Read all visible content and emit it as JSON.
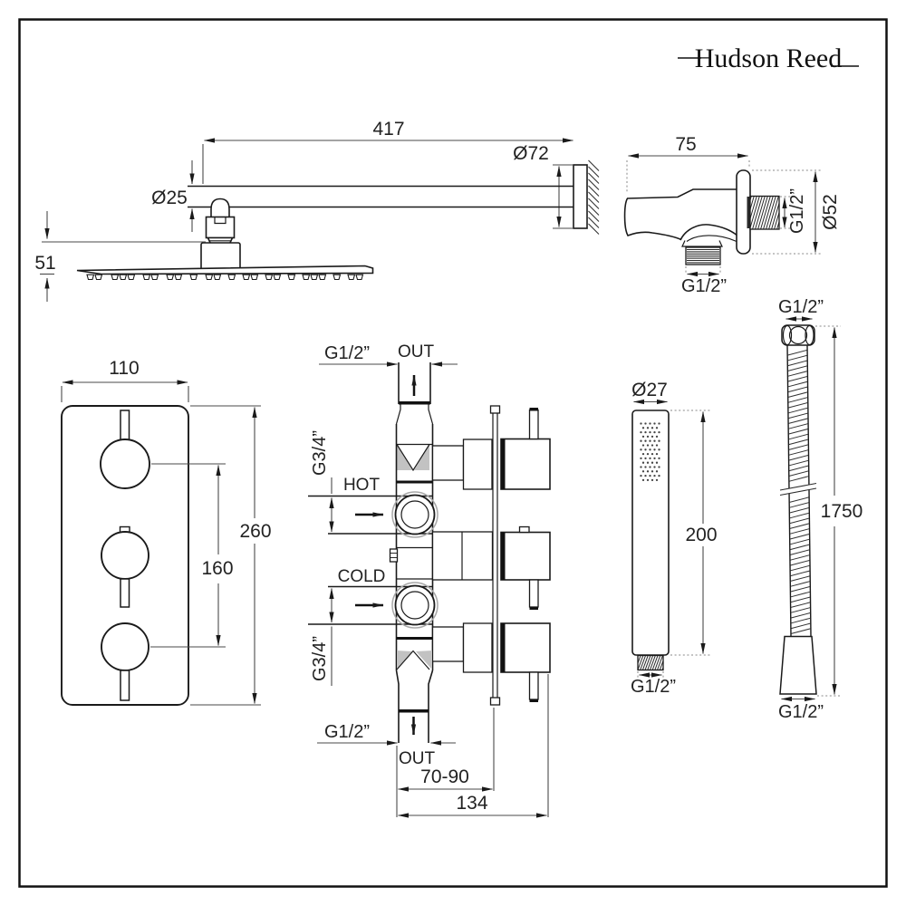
{
  "brand": {
    "name": "Hudson Reed"
  },
  "shower_head": {
    "arm_length": "417",
    "wall_flange_dia": "Ø72",
    "arm_dia": "Ø25",
    "head_depth": "51"
  },
  "outlet_elbow": {
    "projection": "75",
    "side_thread": "G1/2”",
    "plate_dia": "Ø52",
    "bottom_thread": "G1/2”"
  },
  "control_plate": {
    "width": "110",
    "height": "260",
    "handle_spacing": "160"
  },
  "valve": {
    "top_thread": "G1/2”",
    "top_out": "OUT",
    "hot_thread": "G3/4”",
    "hot_label": "HOT",
    "cold_label": "COLD",
    "cold_thread": "G3/4”",
    "bottom_thread": "G1/2”",
    "bottom_out": "OUT",
    "recess_depth": "70-90",
    "body_width": "134"
  },
  "handset": {
    "dia": "Ø27",
    "length": "200",
    "thread": "G1/2”"
  },
  "hose": {
    "thread_top": "G1/2”",
    "length": "1750",
    "thread_bottom": "G1/2”"
  }
}
